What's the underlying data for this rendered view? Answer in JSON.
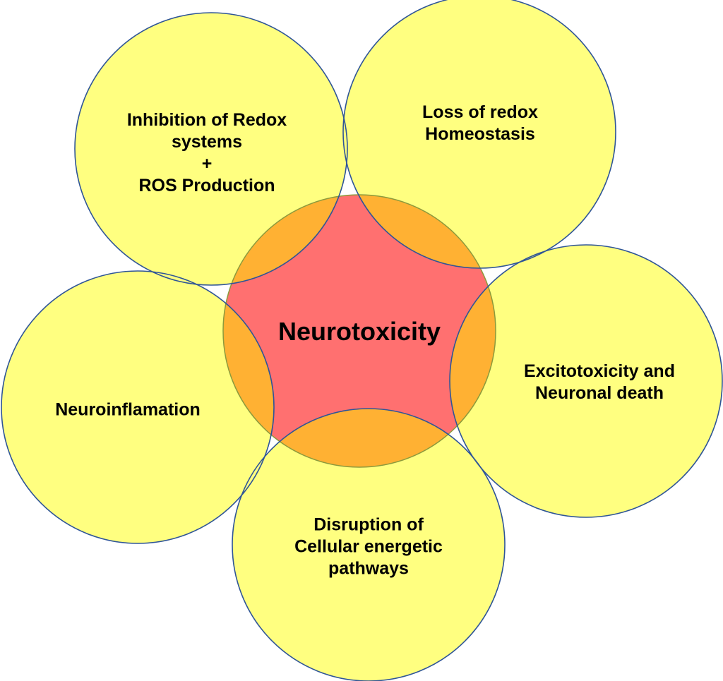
{
  "center": {
    "label": "Neurotoxicity"
  },
  "nodes": [
    {
      "id": "redox-inhibition",
      "lines": [
        "Inhibition of Redox",
        "systems",
        "+",
        "ROS Production"
      ]
    },
    {
      "id": "redox-homeostasis",
      "lines": [
        "Loss of redox",
        "Homeostasis"
      ]
    },
    {
      "id": "excitotoxicity",
      "lines": [
        "Excitotoxicity and",
        "Neuronal death"
      ]
    },
    {
      "id": "energetic",
      "lines": [
        "Disruption of",
        "Cellular energetic",
        "pathways"
      ]
    },
    {
      "id": "neuroinflammation",
      "lines": [
        "Neuroinflamation"
      ]
    }
  ],
  "colors": {
    "outer_fill": "#FFFF80",
    "outer_stroke": "#2F5597",
    "center_fill": "#FF7070",
    "overlap_fill": "#FFB133",
    "center_stroke": "#8C9A3C"
  }
}
